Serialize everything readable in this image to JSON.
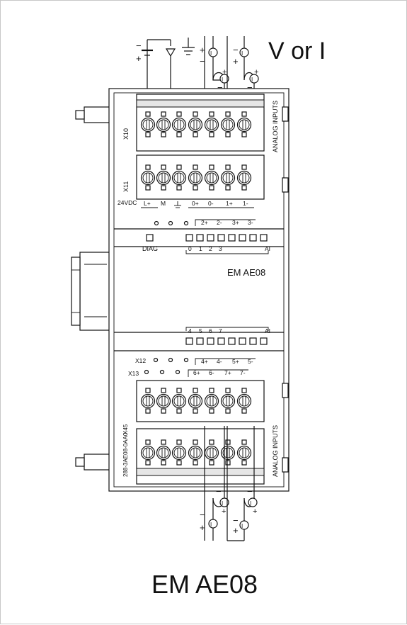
{
  "header": {
    "mode_text": "V or I"
  },
  "caption": {
    "model": "EM AE08"
  },
  "module": {
    "front_label": "EM AE08",
    "order_number": "288-3AE08-0AA0",
    "x45": "X45",
    "x10": "X10",
    "x11": "X11",
    "x12": "X12",
    "x13": "X13",
    "analog_inputs_top": "ANALOG INPUTS",
    "analog_inputs_bottom": "ANALOG INPUTS",
    "power_label": "24VDC",
    "power_terms": [
      "L+",
      "M",
      "0+",
      "0-",
      "1+",
      "1-"
    ],
    "upper_ch_terms": [
      "2+",
      "2-",
      "3+",
      "3-"
    ],
    "diag": "DIAG",
    "leds_top": [
      "0",
      "1",
      "2",
      "3",
      "AI"
    ],
    "leds_bottom": [
      "4",
      "5",
      "6",
      "7",
      "AI"
    ],
    "lower_ch_terms_a": [
      "4+",
      "4-",
      "5+",
      "5-"
    ],
    "lower_ch_terms_b": [
      "6+",
      "6-",
      "7+",
      "7-"
    ]
  },
  "wiring": {
    "plus": "+",
    "minus": "−"
  }
}
